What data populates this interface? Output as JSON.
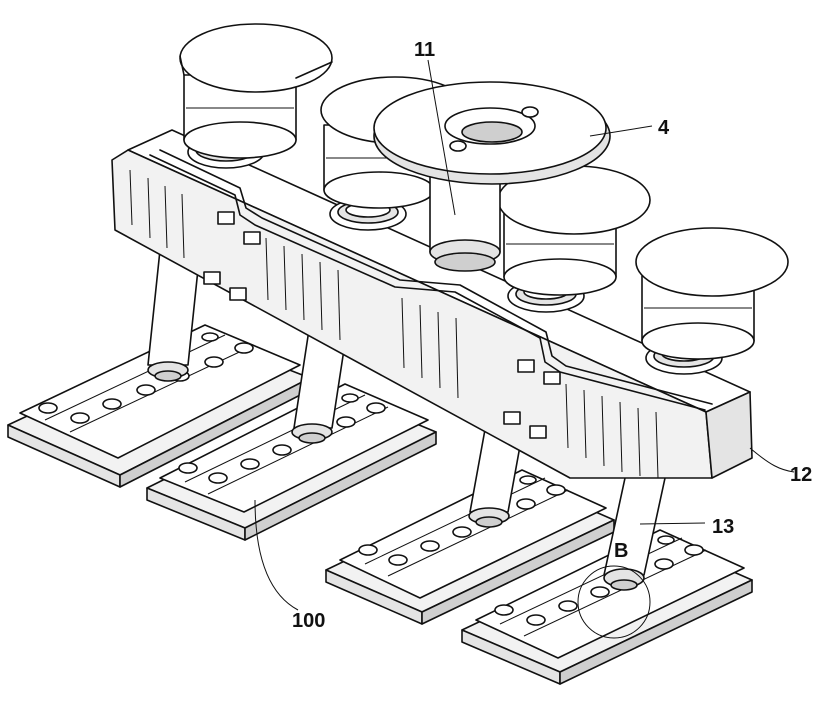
{
  "figure": {
    "callouts": [
      {
        "id": "label-11",
        "text": "11"
      },
      {
        "id": "label-4",
        "text": "4"
      },
      {
        "id": "label-12",
        "text": "12"
      },
      {
        "id": "label-13",
        "text": "13"
      },
      {
        "id": "label-b",
        "text": "B"
      },
      {
        "id": "label-100",
        "text": "100"
      }
    ]
  }
}
